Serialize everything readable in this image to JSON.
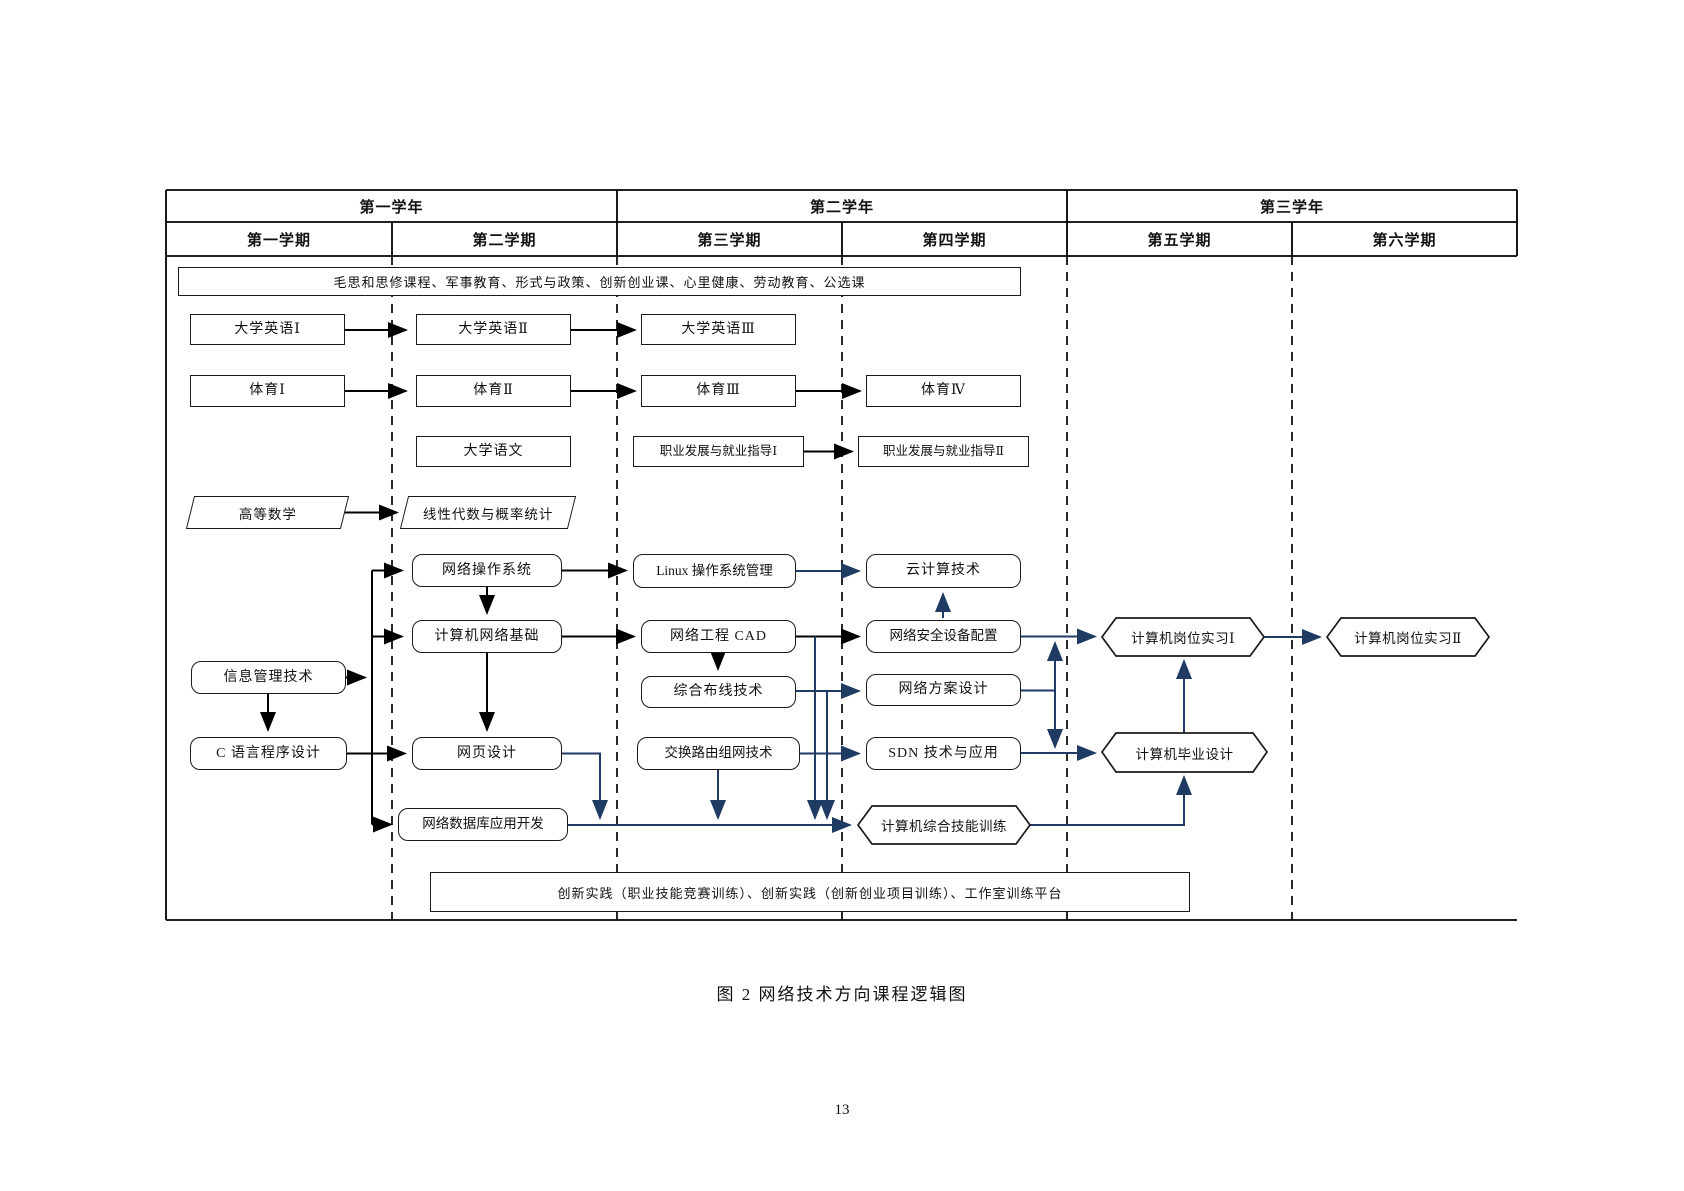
{
  "header": {
    "years": [
      "第一学年",
      "第二学年",
      "第三学年"
    ],
    "semesters": [
      "第一学期",
      "第二学期",
      "第三学期",
      "第四学期",
      "第五学期",
      "第六学期"
    ]
  },
  "banners": {
    "top": "毛思和思修课程、军事教育、形式与政策、创新创业课、心里健康、劳动教育、公选课",
    "bottom": "创新实践（职业技能竞赛训练）、创新实践（创新创业项目训练）、工作室训练平台"
  },
  "courses": {
    "eng1": "大学英语Ⅰ",
    "eng2": "大学英语Ⅱ",
    "eng3": "大学英语Ⅲ",
    "pe1": "体育Ⅰ",
    "pe2": "体育Ⅱ",
    "pe3": "体育Ⅲ",
    "pe4": "体育Ⅳ",
    "chinese": "大学语文",
    "career1": "职业发展与就业指导Ⅰ",
    "career2": "职业发展与就业指导Ⅱ",
    "math": "高等数学",
    "linalg": "线性代数与概率统计",
    "netos": "网络操作系统",
    "linux": "Linux 操作系统管理",
    "cloud": "云计算技术",
    "netbase": "计算机网络基础",
    "cad": "网络工程 CAD",
    "netsec": "网络安全设备配置",
    "intern1": "计算机岗位实习Ⅰ",
    "intern2": "计算机岗位实习Ⅱ",
    "infomgmt": "信息管理技术",
    "cabling": "综合布线技术",
    "netplan": "网络方案设计",
    "clang": "C 语言程序设计",
    "webdesign": "网页设计",
    "routing": "交换路由组网技术",
    "sdn": "SDN 技术与应用",
    "gradproj": "计算机毕业设计",
    "netdb": "网络数据库应用开发",
    "skilltrain": "计算机综合技能训练"
  },
  "caption": "图 2  网络技术方向课程逻辑图",
  "page_number": "13",
  "colors": {
    "line_black": "#000000",
    "line_blue": "#1f3a63"
  }
}
